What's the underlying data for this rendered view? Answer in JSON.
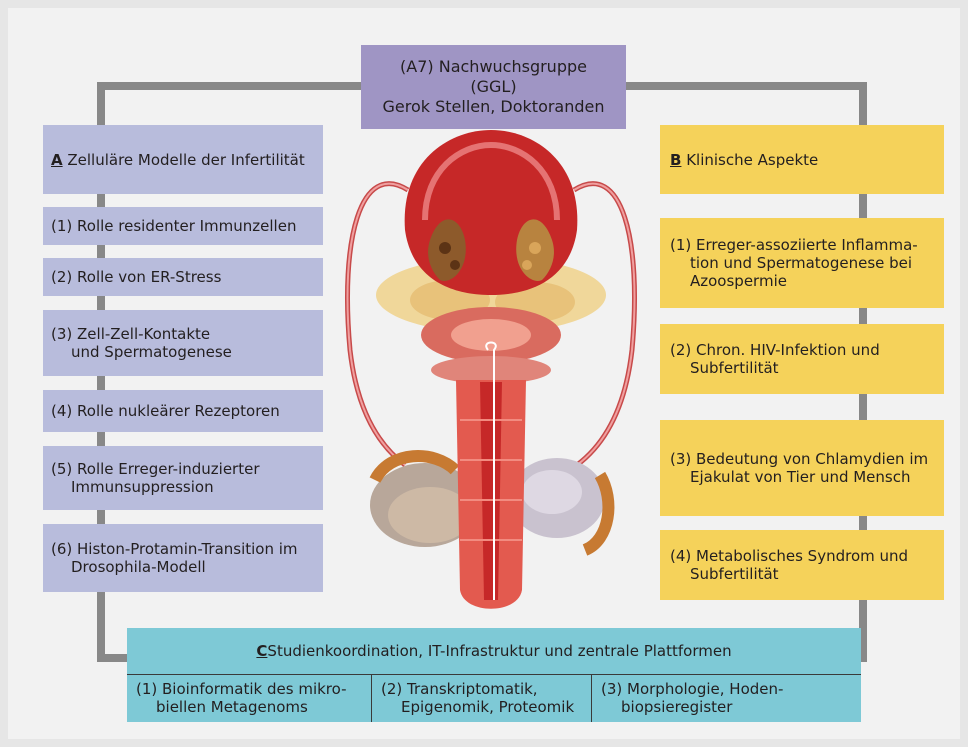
{
  "top": {
    "line1": "(A7) Nachwuchsgruppe",
    "line2": "(GGL)",
    "line3": "Gerok Stellen, Doktoranden"
  },
  "section_a": {
    "letter": "A",
    "title": " Zelluläre Modelle der Infertilität",
    "items": [
      "(1) Rolle residenter Immunzellen",
      "(2) Rolle von ER-Stress",
      "(3) Zell-Zell-Kontakte und Spermatogenese",
      "(4) Rolle nukleärer Rezeptoren",
      "(5) Rolle Erreger-induzierter Immunsuppression",
      "(6) Histon-Protamin-Transition im Drosophila-Modell"
    ]
  },
  "section_b": {
    "letter": "B",
    "title": " Klinische Aspekte",
    "items": [
      "(1) Erreger-assoziierte Inflamma-tion und Spermatogenese bei Azoospermie",
      "(2) Chron. HIV-Infektion und Subfertilität",
      "(3) Bedeutung von Chlamydien im Ejakulat von Tier und Mensch",
      "(4) Metabolisches Syndrom und Subfertilität"
    ]
  },
  "section_c": {
    "letter": "C",
    "title": " Studienkoordination, IT-Infrastruktur und zentrale Plattformen",
    "items": [
      "(1) Bioinformatik des mikro-biellen Metagenoms",
      "(2) Transkriptomatik, Epigenomik, Proteomik",
      "(3) Morphologie, Hoden-biopsieregister"
    ]
  },
  "colors": {
    "frame": "#888888",
    "section_a": "#b8bcdc",
    "section_b": "#f5d25a",
    "section_c": "#7ec9d6",
    "top_box": "#9f95c4"
  }
}
